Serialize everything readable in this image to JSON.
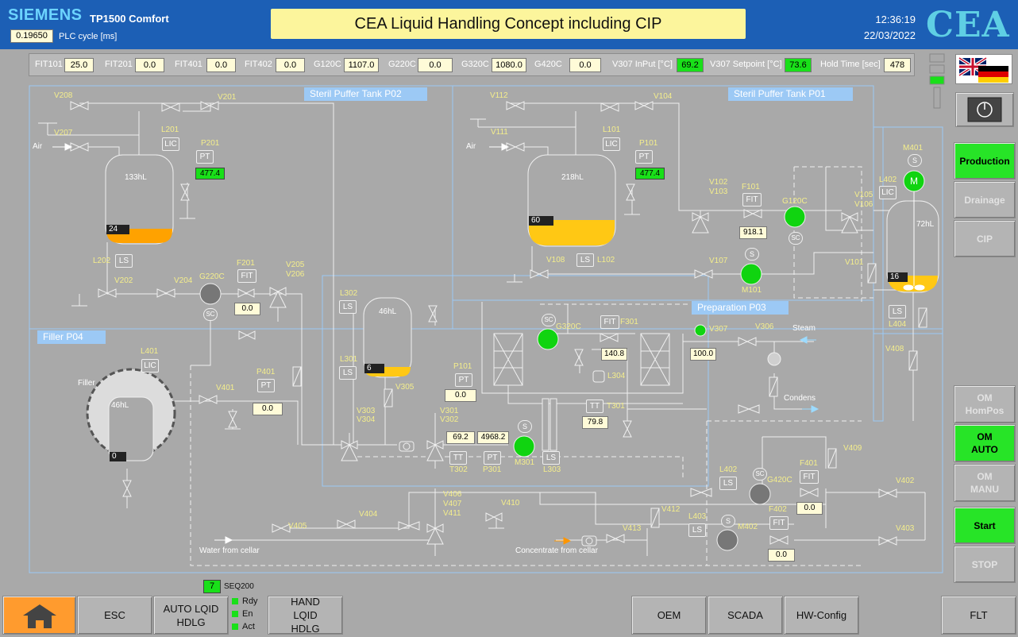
{
  "header": {
    "brand": "SIEMENS",
    "model": "TP1500 Comfort",
    "plc_cycle_value": "0.19650",
    "plc_cycle_label": "PLC cycle [ms]",
    "title": "CEA Liquid Handling Concept including CIP",
    "time": "12:36:19",
    "date": "22/03/2022",
    "logo": "CEA"
  },
  "measurements": [
    {
      "label": "FIT101",
      "value": "25.0"
    },
    {
      "label": "FIT201",
      "value": "0.0"
    },
    {
      "label": "FIT401",
      "value": "0.0"
    },
    {
      "label": "FIT402",
      "value": "0.0"
    },
    {
      "label": "G120C",
      "value": "1107.0"
    },
    {
      "label": "G220C",
      "value": "0.0"
    },
    {
      "label": "G320C",
      "value": "1080.0"
    },
    {
      "label": "G420C",
      "value": "0.0"
    },
    {
      "label": "V307 InPut [°C]",
      "value": "69.2"
    },
    {
      "label": "V307 Setpoint [°C]",
      "value": "73.6"
    },
    {
      "label": "Hold Time [sec]",
      "value": "478"
    }
  ],
  "areas": {
    "p02": "Steril Puffer Tank P02",
    "p01": "Steril Puffer Tank P01",
    "p03": "Preparation P03",
    "p04": "Filler P04"
  },
  "tanks": {
    "p02_volume": "133hL",
    "p02_level": "24",
    "p01_volume": "218hL",
    "p01_level": "60",
    "p03_volume": "46hL",
    "p03_level": "6",
    "mixer_volume": "72hL",
    "mixer_level": "16",
    "filler_volume": "46hL",
    "filler_level": "0",
    "filler_label": "Filler"
  },
  "values": {
    "p201": "477.4",
    "p101": "477.4",
    "f201": "0.0",
    "f101": "918.1",
    "p401": "0.0",
    "p101b": "0.0",
    "f301": "140.8",
    "v307": "100.0",
    "t301": "79.8",
    "t302": "69.2",
    "p301": "4968.2",
    "f401": "0.0",
    "f402": "0.0"
  },
  "labels": {
    "v208": "V208",
    "v201": "V201",
    "v207": "V207",
    "air1": "Air",
    "l201": "L201",
    "p201": "P201",
    "v112": "V112",
    "v104": "V104",
    "v111": "V111",
    "air2": "Air",
    "l101": "L101",
    "p101": "P101",
    "l202": "L202",
    "v202": "V202",
    "v204": "V204",
    "g220c": "G220C",
    "f201": "F201",
    "v205": "V205",
    "v206": "V206",
    "v102": "V102",
    "v103": "V103",
    "f101": "F101",
    "g120c": "G120C",
    "v105": "V105",
    "v106": "V106",
    "m401": "M401",
    "l402a": "L402",
    "v108": "V108",
    "l102": "L102",
    "v107": "V107",
    "m101": "M101",
    "v101": "V101",
    "l302": "L302",
    "l301": "L301",
    "g320c": "G320C",
    "f301": "F301",
    "v307": "V307",
    "v306": "V306",
    "steam": "Steam",
    "l304": "L304",
    "condens": "Condens",
    "l404": "L404",
    "v408": "V408",
    "l401": "L401",
    "v401": "V401",
    "p401": "P401",
    "v305": "V305",
    "v303": "V303",
    "v304": "V304",
    "v301": "V301",
    "v302": "V302",
    "m301": "M301",
    "l303": "L303",
    "t302": "T302",
    "p301": "P301",
    "t301": "T301",
    "p101b": "P101",
    "v409": "V409",
    "l402": "L402",
    "g420c": "G420C",
    "f401": "F401",
    "v402": "V402",
    "v406": "V406",
    "v407": "V407",
    "v411": "V411",
    "v410": "V410",
    "v404": "V404",
    "v405": "V405",
    "water": "Water from cellar",
    "concentrate": "Concentrate from cellar",
    "v412": "V412",
    "v413": "V413",
    "l403": "L403",
    "m402": "M402",
    "f402": "F402",
    "v403": "V403",
    "lic": "LIC",
    "pt": "PT",
    "ls": "LS",
    "fit": "FIT",
    "tt": "TT",
    "sc": "SC",
    "s": "S",
    "m": "M"
  },
  "seq": {
    "value": "7",
    "label": "SEQ200"
  },
  "status": {
    "rdy": "Rdy",
    "en": "En",
    "act": "Act"
  },
  "right_panel": {
    "production": "Production",
    "drainage": "Drainage",
    "cip": "CIP",
    "om_hompos": "OM HomPos",
    "om_auto": "OM AUTO",
    "om_manu": "OM MANU",
    "start": "Start",
    "stop": "STOP"
  },
  "footer": {
    "esc": "ESC",
    "auto": "AUTO LQID HDLG",
    "hand": "HAND LQID HDLG",
    "oem": "OEM",
    "scada": "SCADA",
    "hwconfig": "HW-Config",
    "flt": "FLT"
  }
}
